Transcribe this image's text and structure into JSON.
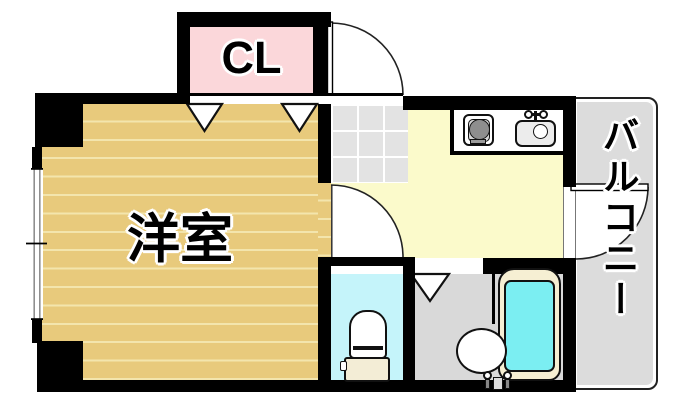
{
  "floor_plan": {
    "labels": {
      "closet": "CL",
      "western_room": "洋室",
      "balcony": "バルコニー"
    },
    "colors": {
      "wall": "#000000",
      "western_room_floor": "#e8ca7c",
      "western_room_stripe": "#f3e5ad",
      "closet_floor": "#fbd7da",
      "kitchen_floor": "#fbfacb",
      "entrance_tile_floor": "#e3e3e3",
      "toilet_floor": "#c5f4fa",
      "bathroom_floor": "#d9d9d9",
      "balcony_floor": "#dcdcdc",
      "bathtub_water": "#7beef2",
      "fixture_cream": "#f3edd6",
      "stove_burner_gray": "#8e8e8e"
    },
    "fixtures": [
      "stove-icon",
      "kitchen-sink-icon",
      "toilet-icon",
      "washbasin-icon",
      "bathtub-icon"
    ],
    "doors": [
      "entrance-door-arc",
      "room-door-arc",
      "balcony-door-arc",
      "closet-folding-door",
      "bathroom-folding-door",
      "toilet-sliding-door"
    ],
    "window": "sliding-window"
  }
}
